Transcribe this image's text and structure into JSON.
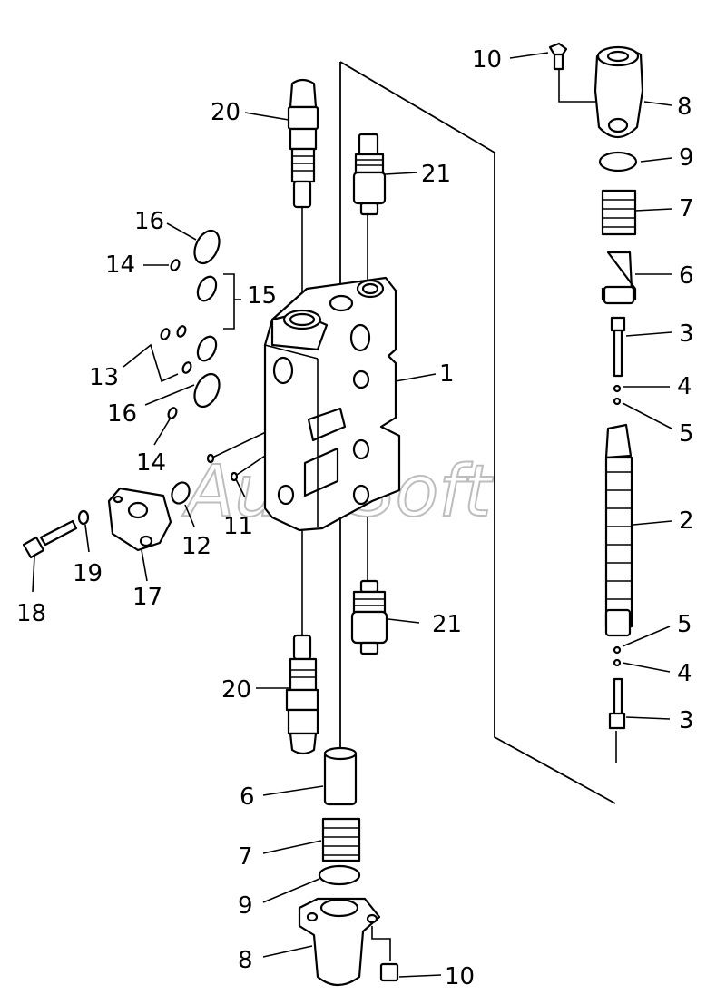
{
  "watermark": "AutoSoft",
  "labels": {
    "l10_top": "10",
    "l8_top": "8",
    "l20_top": "20",
    "l9_top": "9",
    "l21_top": "21",
    "l7_top": "7",
    "l16_top": "16",
    "l14_top": "14",
    "l15": "15",
    "l6_top": "6",
    "l13": "13",
    "l3_top": "3",
    "l1": "1",
    "l4_top": "4",
    "l16_mid": "16",
    "l5_top": "5",
    "l14_mid": "14",
    "l2": "2",
    "l11": "11",
    "l12": "12",
    "l19": "19",
    "l17": "17",
    "l18": "18",
    "l21_bot": "21",
    "l5_bot": "5",
    "l4_bot": "4",
    "l20_bot": "20",
    "l3_bot": "3",
    "l6_bot": "6",
    "l7_bot": "7",
    "l9_bot": "9",
    "l8_bot": "8",
    "l10_bot": "10"
  }
}
